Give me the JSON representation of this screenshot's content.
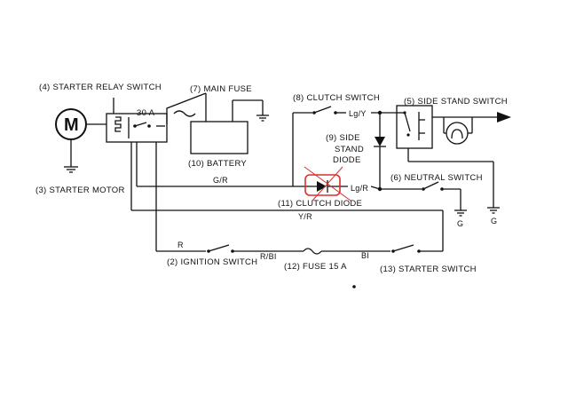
{
  "components": {
    "starter_relay": "(4) STARTER RELAY SWITCH",
    "main_fuse": "(7) MAIN FUSE",
    "fuse_rating": "30 A",
    "starter_motor": "(3) STARTER MOTOR",
    "motor_symbol": "M",
    "battery": "(10) BATTERY",
    "clutch_switch": "(8) CLUTCH SWITCH",
    "side_stand_switch": "(5) SIDE STAND SWITCH",
    "side_stand_diode_line1": "(9) SIDE",
    "side_stand_diode_line2": "STAND",
    "side_stand_diode_line3": "DIODE",
    "neutral_switch": "(6) NEUTRAL SWITCH",
    "clutch_diode": "(11) CLUTCH DIODE",
    "ignition_switch": "(2) IGNITION SWITCH",
    "fuse_15a": "(12) FUSE 15 A",
    "starter_switch": "(13) STARTER SWITCH"
  },
  "wires": {
    "gr": "G/R",
    "lgy": "Lg/Y",
    "lgr": "Lg/R",
    "yr": "Y/R",
    "r": "R",
    "rbi": "R/BI",
    "bi": "BI"
  },
  "ground_labels": {
    "g1": "G",
    "g2": "G"
  },
  "colors": {
    "ink": "#111111",
    "highlight": "#d9302b"
  }
}
